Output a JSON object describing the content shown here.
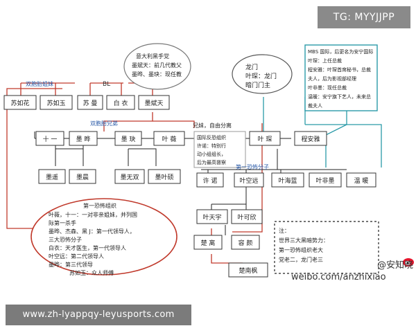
{
  "watermark_top": "TG: MYYJJPP",
  "watermark_bottom": "www.zh-lyappqy-leyusports.com",
  "weibo": {
    "handle": "@安知晓",
    "url": "weibo.com/anzhixiao"
  },
  "note_top": {
    "lines": [
      "意大利黑手党",
      "墨斌天：前几代教父",
      "墨晔、墨玦：现任教"
    ]
  },
  "note_right": {
    "lines": [
      "MBS 国际，后更名为安宁国际",
      "叶琛：上任总裁",
      "程安雅：叶琛首席秘书，总裁",
      "夫人，后为影视部经理",
      "叶非墨：现任总裁",
      "温暖：安宁旗下艺人，未来总",
      "裁夫人"
    ]
  },
  "note_dragon": {
    "lines": [
      "龙门",
      "叶琛：龙门",
      "暗门门主"
    ]
  },
  "note_anti": {
    "lines": [
      "国际反恐组织",
      "许诺：特别行",
      "动小组组长，",
      "后为最高督察"
    ]
  },
  "note_terror": {
    "lines": [
      "第一恐怖组织",
      "叶薇，十一：一对非亲姐妹，并列国",
      "际第一杀手",
      "墨晔、杰森、黑 J：第一代领导人，",
      "三大恐怖分子",
      "白衣：天才医生，第一代领导人",
      "叶空远：第二代领导人",
      "墨晔：第三代领导",
      "苏如玉：众人师傅"
    ]
  },
  "note_box": {
    "lines": [
      "注：",
      "世界三大黑暗势力：",
      "第一恐怖组织老大",
      "党老二，龙门老三"
    ]
  },
  "labels": {
    "twins": "双胞胎姐妹",
    "bl": "BL",
    "twins_bro": "双胞胎兄弟",
    "siblings": "兄妹，自由分离",
    "terrorist": "第一恐怖分子"
  },
  "people": {
    "su_ruhua": "苏如花",
    "su_ruyu": "苏如玉",
    "su_man": "苏 曼",
    "bai_yi": "白 衣",
    "mo_bintian": "墨斌天",
    "shi_yi": "十 一",
    "mo_ye": "墨 晔",
    "mo_jue": "墨 玦",
    "ye_wei": "叶 薇",
    "ye_chen": "叶 琛",
    "cheng_anya": "程安雅",
    "mo_yao": "墨遥",
    "mo_chen": "墨晨",
    "mo_wushuang": "墨无双",
    "mo_yeshuo": "墨叶硕",
    "xu_nuo": "许 诺",
    "ye_kongyuan": "叶空远",
    "ye_hailan": "叶海蓝",
    "ye_feimo": "叶非墨",
    "wen_nuan": "温 暖",
    "ye_tianyu": "叶天宇",
    "ye_kexin": "叶可欣",
    "chu_li": "楚 离",
    "rong_yan": "容 颜",
    "chu_nanfeng": "楚南枫"
  }
}
